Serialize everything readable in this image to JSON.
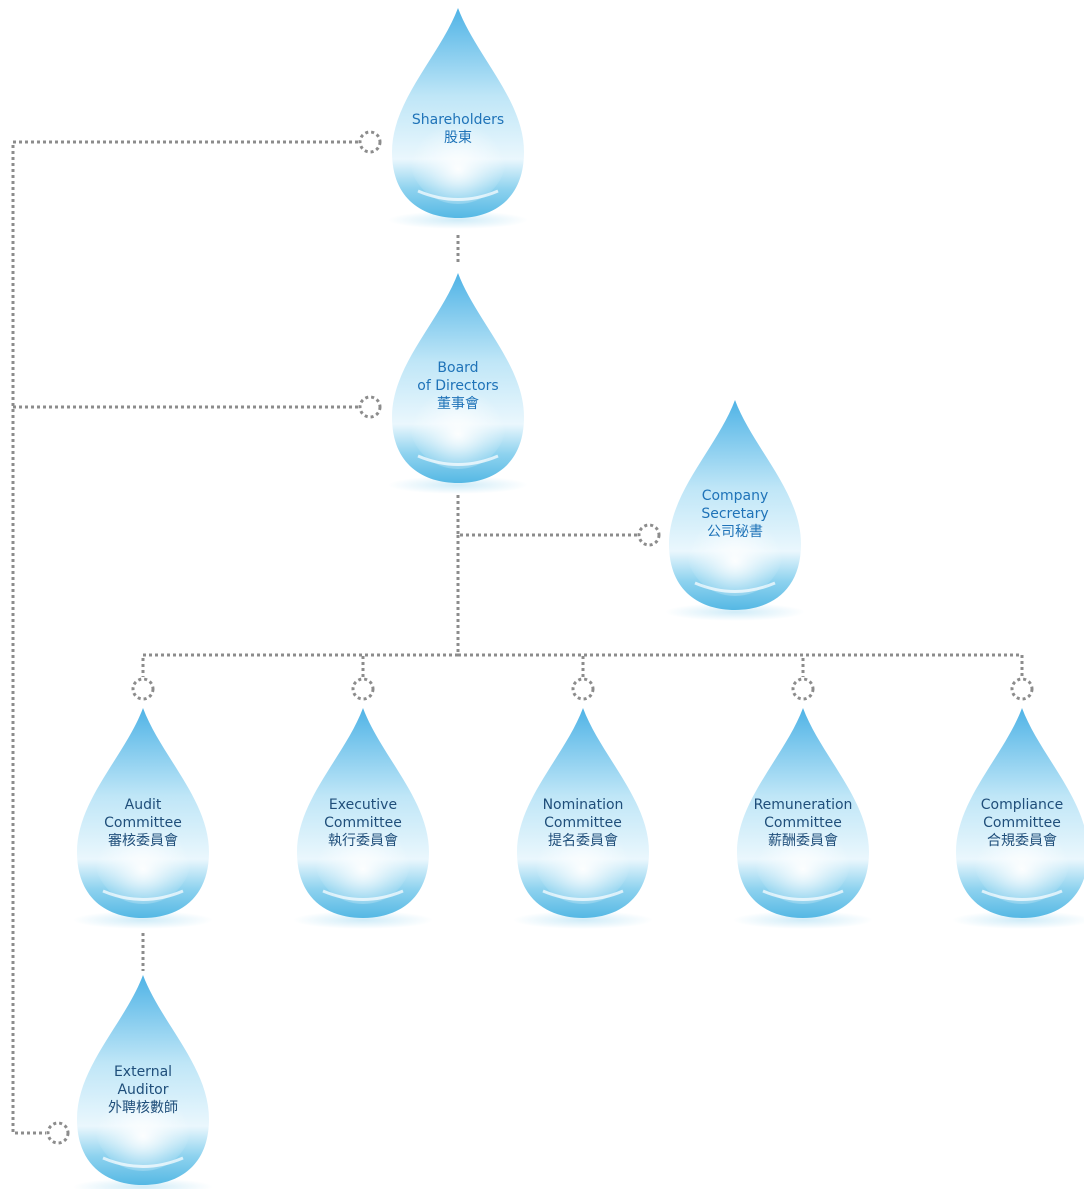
{
  "colors": {
    "drop_top": "#4fb3e6",
    "drop_mid": "#bfe6f7",
    "drop_light": "#eaf7fd",
    "connector": "#8c8c8c",
    "label_top": "#1f73b8",
    "label_bottom": "#1f4e7a"
  },
  "nodes": [
    {
      "id": "shareholders",
      "lines": [
        "Shareholders",
        "股東"
      ]
    },
    {
      "id": "board",
      "lines": [
        "Board",
        "of Directors",
        "董事會"
      ]
    },
    {
      "id": "secretary",
      "lines": [
        "Company",
        "Secretary",
        "公司秘書"
      ]
    },
    {
      "id": "audit",
      "lines": [
        "Audit",
        "Committee",
        "審核委員會"
      ]
    },
    {
      "id": "executive",
      "lines": [
        "Executive",
        "Committee",
        "執行委員會"
      ]
    },
    {
      "id": "nomination",
      "lines": [
        "Nomination",
        "Committee",
        "提名委員會"
      ]
    },
    {
      "id": "remuneration",
      "lines": [
        "Remuneration",
        "Committee",
        "薪酬委員會"
      ]
    },
    {
      "id": "compliance",
      "lines": [
        "Compliance",
        "Committee",
        "合規委員會"
      ]
    },
    {
      "id": "auditor",
      "lines": [
        "External",
        "Auditor",
        "外聘核數師"
      ]
    }
  ],
  "connections": [
    {
      "from": "shareholders",
      "to": "board"
    },
    {
      "from": "board",
      "to": "secretary"
    },
    {
      "from": "board",
      "to": "audit"
    },
    {
      "from": "board",
      "to": "executive"
    },
    {
      "from": "board",
      "to": "nomination"
    },
    {
      "from": "board",
      "to": "remuneration"
    },
    {
      "from": "board",
      "to": "compliance"
    },
    {
      "from": "audit",
      "to": "auditor"
    },
    {
      "from": "shareholders",
      "to": "auditor"
    },
    {
      "from": "board",
      "to": "auditor"
    }
  ]
}
